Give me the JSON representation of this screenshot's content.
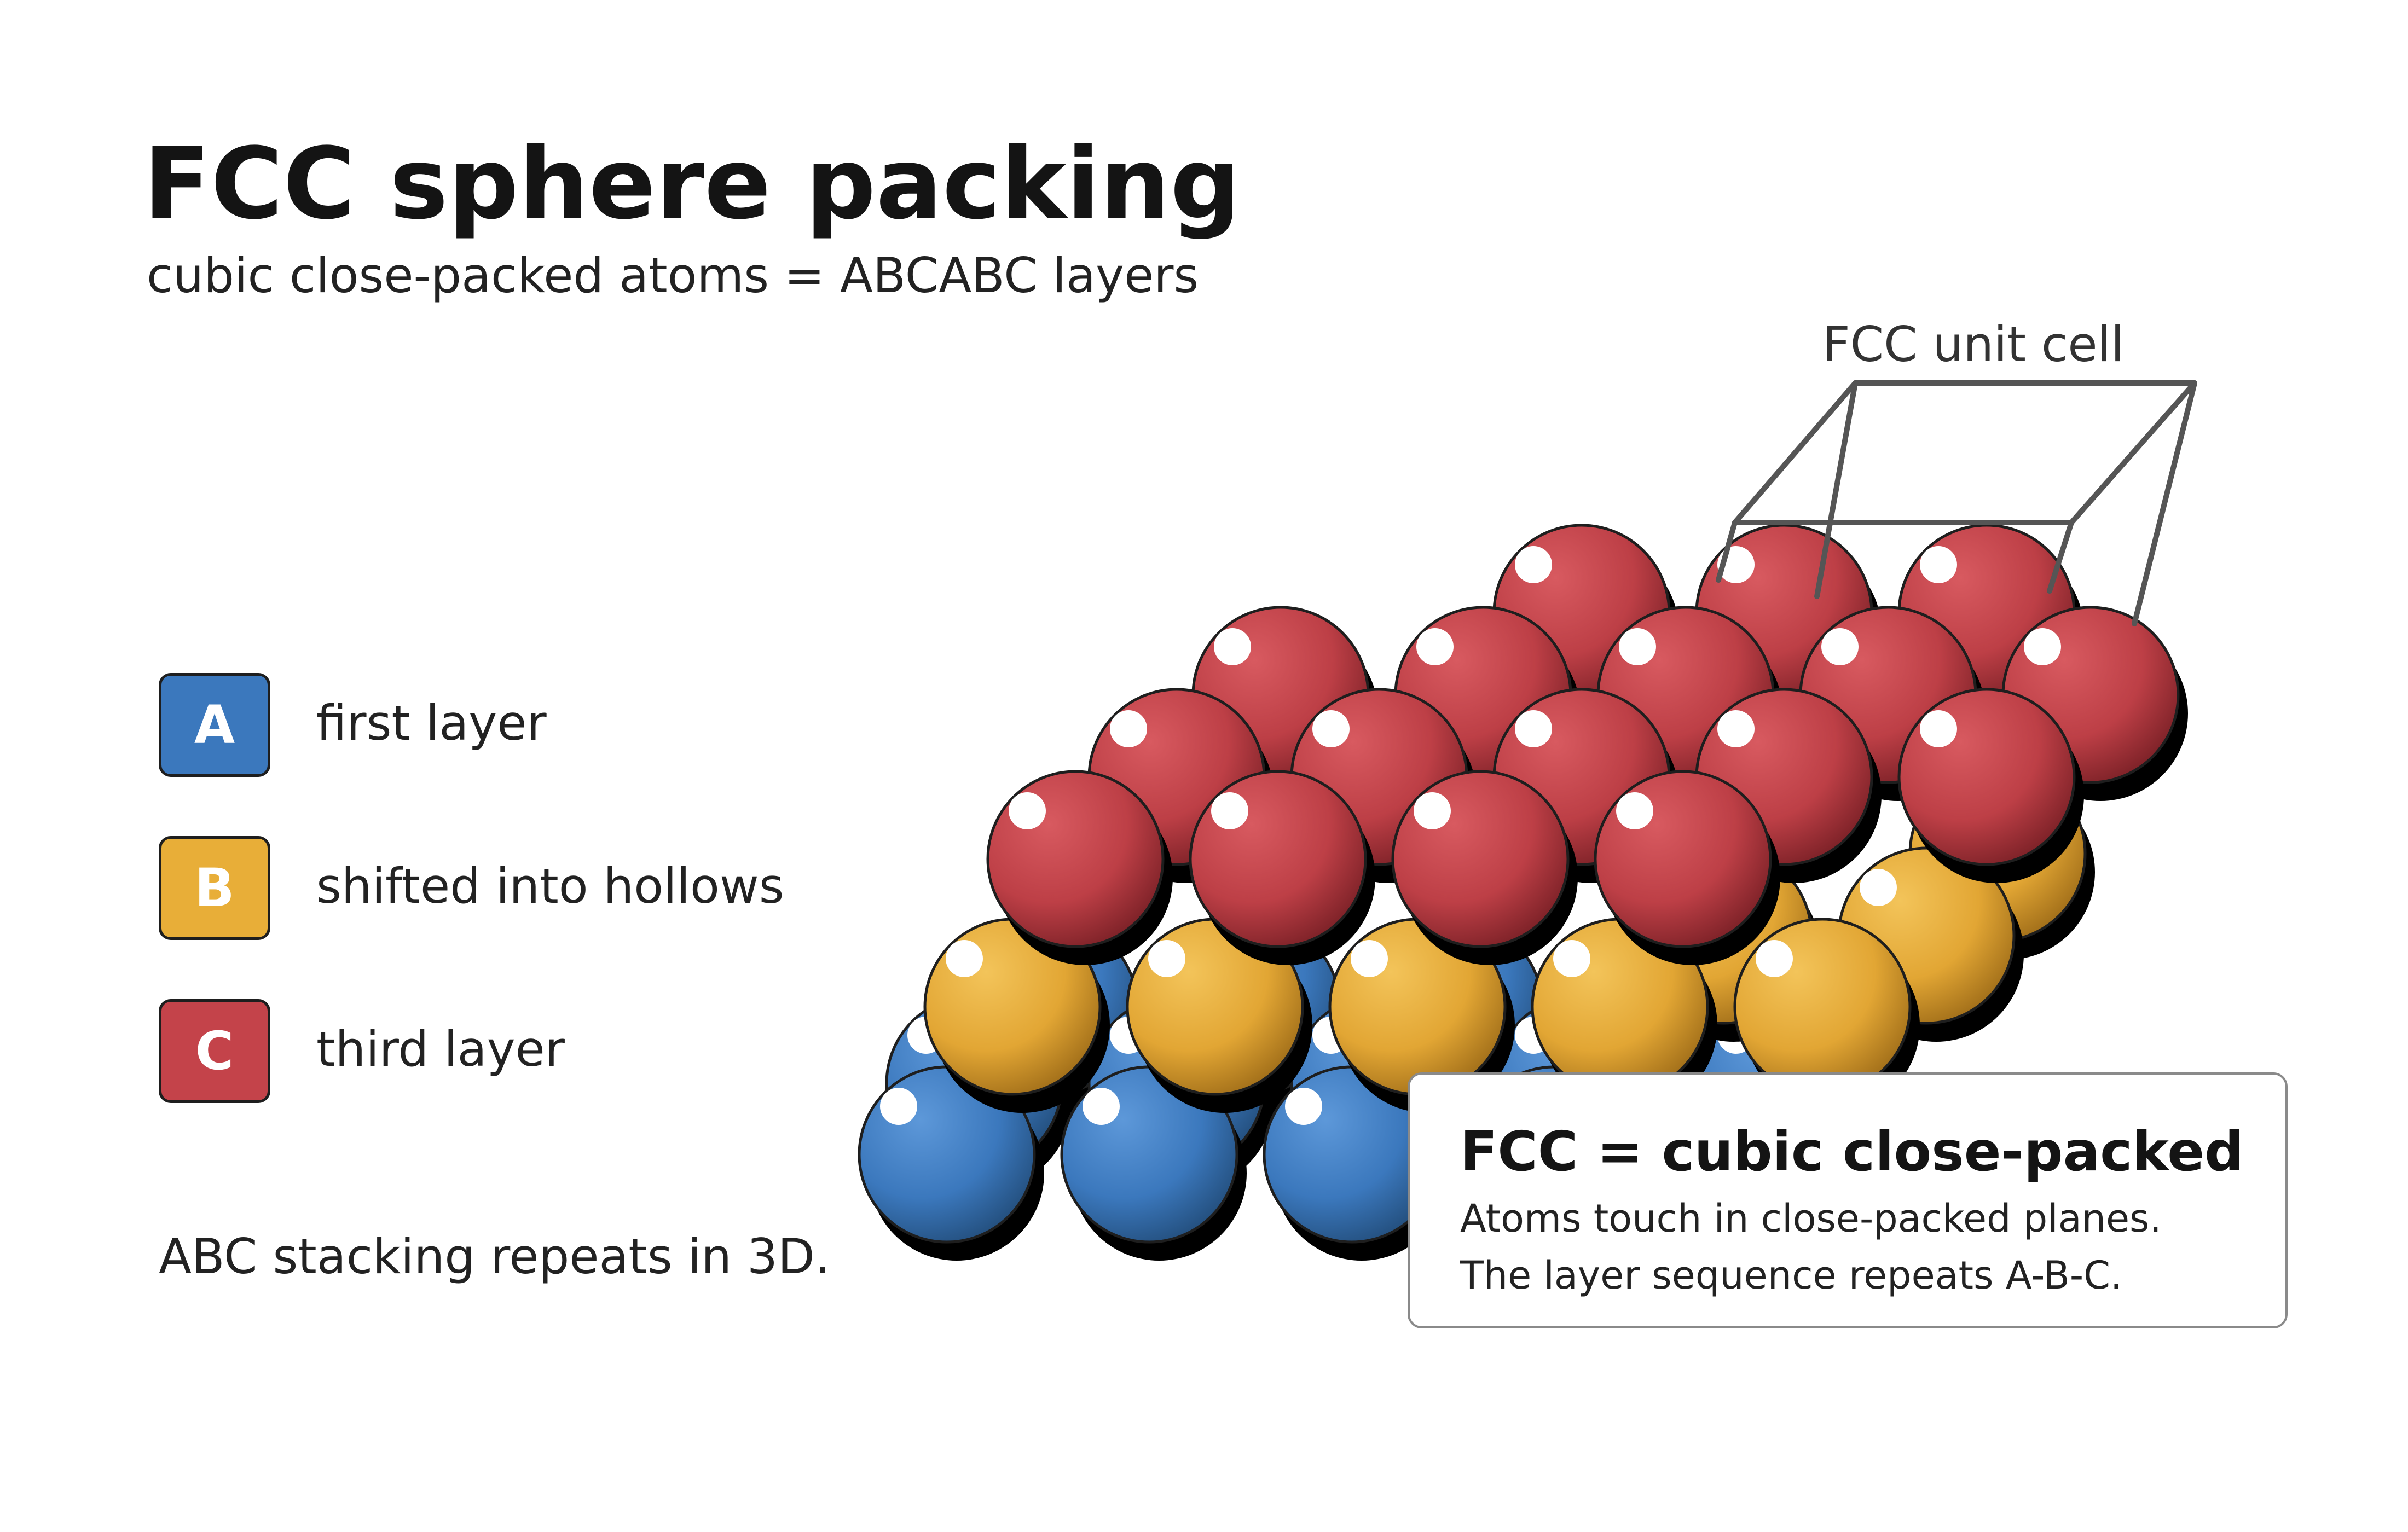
{
  "title": "FCC sphere packing",
  "subtitle": "cubic close-packed atoms = ABCABC layers",
  "unit_cell_label": "FCC unit cell",
  "legend": [
    {
      "letter": "A",
      "label": "first layer",
      "color": "#3b78bd"
    },
    {
      "letter": "B",
      "label": "shifted into hollows",
      "color": "#e8ae38"
    },
    {
      "letter": "C",
      "label": "third layer",
      "color": "#c4434a"
    }
  ],
  "footnote": "ABC stacking repeats in 3D.",
  "info_card": {
    "heading": "FCC = cubic close-packed",
    "lines": [
      "Atoms touch in close-packed planes.",
      "The layer sequence repeats A-B-C."
    ]
  },
  "colors": {
    "layer_a": "#3b78bd",
    "layer_b": "#e8ae38",
    "layer_c": "#c4434a",
    "outline": "#1e1e1e",
    "unit_cell_edge": "#555555"
  }
}
